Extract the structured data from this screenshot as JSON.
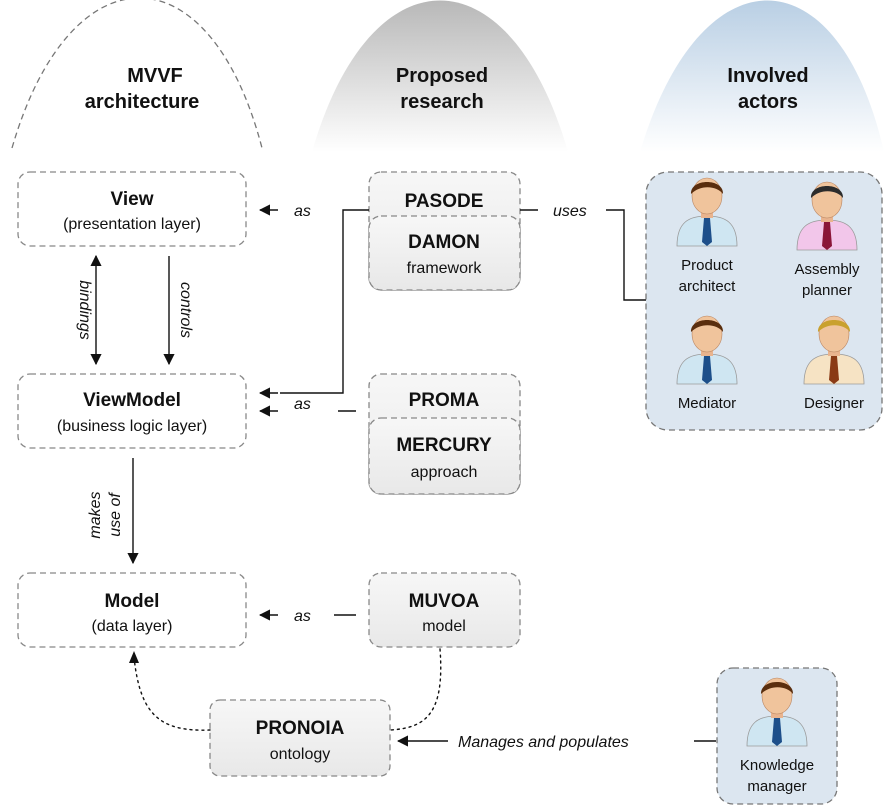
{
  "columns": {
    "mvvf": {
      "line1": "MVVF",
      "line2": "architecture"
    },
    "research": {
      "line1": "Proposed",
      "line2": "research"
    },
    "actors": {
      "line1": "Involved",
      "line2": "actors"
    }
  },
  "architecture": {
    "view": {
      "title": "View",
      "subtitle": "(presentation layer)"
    },
    "viewmodel": {
      "title": "ViewModel",
      "subtitle": "(business logic layer)"
    },
    "model": {
      "title": "Model",
      "subtitle": "(data layer)"
    }
  },
  "research": {
    "pasode": {
      "title": "PASODE"
    },
    "damon": {
      "title": "DAMON",
      "subtitle": "framework"
    },
    "proma": {
      "title": "PROMA"
    },
    "mercury": {
      "title": "MERCURY",
      "subtitle": "approach"
    },
    "muvoa": {
      "title": "MUVOA",
      "subtitle": "model"
    },
    "pronoia": {
      "title": "PRONOIA",
      "subtitle": "ontology"
    }
  },
  "relations": {
    "bindings": "bindings",
    "controls": "controls",
    "makes_use_line1": "makes",
    "makes_use_line2": "use of",
    "as_view": "as",
    "as_viewmodel": "as",
    "as_model": "as",
    "uses": "uses",
    "manages": "Manages and populates"
  },
  "actors": [
    {
      "line1": "Product",
      "line2": "architect",
      "shirt": "#cfe6f2",
      "tie": "#1d4f8a",
      "hair": "#5a2e0e"
    },
    {
      "line1": "Assembly",
      "line2": "planner",
      "shirt": "#f2c6ea",
      "tie": "#8a1538",
      "hair": "#2c2c2c"
    },
    {
      "line1": "Mediator",
      "line2": "",
      "shirt": "#cfe6f2",
      "tie": "#1d4f8a",
      "hair": "#5a2e0e"
    },
    {
      "line1": "Designer",
      "line2": "",
      "shirt": "#f6e3c4",
      "tie": "#8a3a15",
      "hair": "#c9a12e"
    }
  ],
  "knowledge_manager": {
    "line1": "Knowledge",
    "line2": "manager",
    "shirt": "#cfe6f2",
    "tie": "#1d4f8a",
    "hair": "#5a2e0e"
  }
}
